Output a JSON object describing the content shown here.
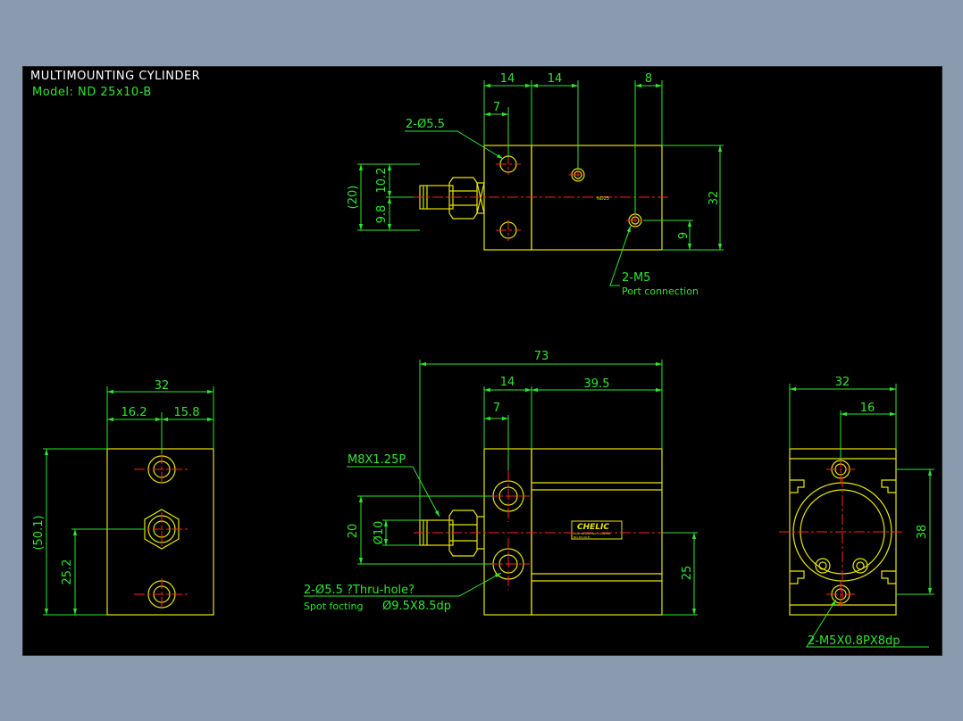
{
  "title": {
    "line1": "MULTIMOUNTING CYLINDER",
    "line2": "Model: ND 25x10-B"
  },
  "colors": {
    "background": "#000000",
    "frame": "#8a9bb0",
    "outline": "#e6e600",
    "centerline": "#ff2020",
    "dimension": "#2ee62e",
    "title_text": "#ffffff"
  },
  "views": {
    "top": {
      "dims": {
        "d14a": "14",
        "d14b": "14",
        "d8": "8",
        "d7": "7",
        "d32": "32",
        "d9": "9",
        "d102": "10.2",
        "d98": "9.8",
        "d20p": "(20)"
      },
      "hole_label": "2-Ø5.5",
      "port_label": "2-M5",
      "port_sub": "Port connection",
      "tag": "ND25"
    },
    "front": {
      "dims": {
        "d73": "73",
        "d14": "14",
        "d395": "39.5",
        "d7": "7",
        "d20": "20",
        "d10": "Ø10",
        "d25": "25"
      },
      "thread_label": "M8X1.25P",
      "hole_label": "2-Ø5.5 ?Thru-hole?",
      "spot_label": "Spot focting",
      "spot_dim": "Ø9.5X8.5dp",
      "brand": "CHELIC",
      "brand_sub1": "MULTIMOUNTING CYLINDER",
      "brand_sub2": "ND-25x10-B"
    },
    "left": {
      "dims": {
        "d32": "32",
        "d162": "16.2",
        "d158": "15.8",
        "d501": "(50.1)",
        "d252": "25.2"
      }
    },
    "right": {
      "dims": {
        "d32": "32",
        "d16": "16",
        "d38": "38"
      },
      "thread_label": "2-M5X0.8PX8dp"
    }
  }
}
